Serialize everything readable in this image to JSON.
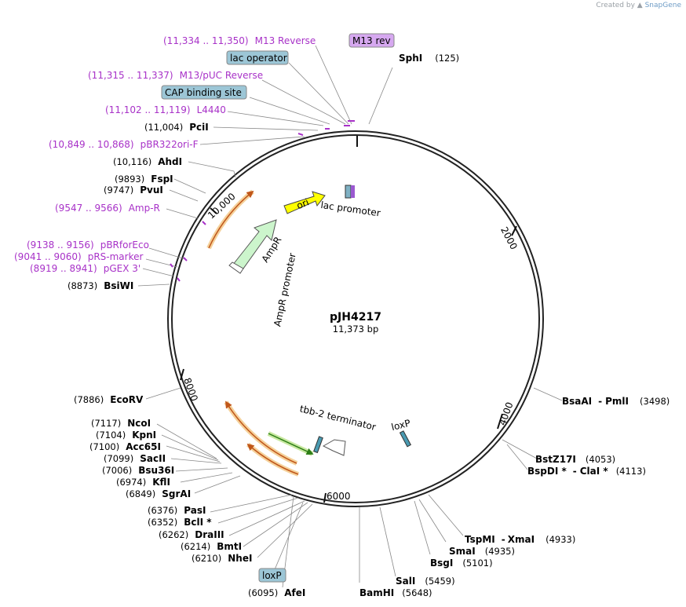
{
  "credit": {
    "created_by": "Created by",
    "brand": "SnapGene"
  },
  "plasmid": {
    "name": "pJH4217",
    "size_label": "11,373 bp",
    "length": 11373
  },
  "ticks": [
    "2000",
    "4000",
    "6000",
    "8000",
    "10,000"
  ],
  "features": [
    {
      "name": "ori",
      "color": "#ffff00"
    },
    {
      "name": "lac promoter",
      "color": "#7fb1c4"
    },
    {
      "name": "AmpR",
      "color": "#ccf5cc"
    },
    {
      "name": "AmpR promoter",
      "color": "#ffffff"
    },
    {
      "name": "tbb-2 terminator",
      "color": "#ffffff"
    },
    {
      "name": "loxP",
      "color": "#4a9ab1"
    }
  ],
  "top_labels": [
    {
      "range": "(11,334 .. 11,350)",
      "name": "M13 Reverse",
      "kind": "primer"
    },
    {
      "name": "M13 rev",
      "kind": "box",
      "color": "#d6a8f0"
    },
    {
      "name": "lac operator",
      "kind": "box",
      "color": "#9cc6d6"
    },
    {
      "name": "SphI",
      "pos": "(125)",
      "kind": "enzyme"
    },
    {
      "range": "(11,315 .. 11,337)",
      "name": "M13/pUC Reverse",
      "kind": "primer"
    },
    {
      "name": "CAP binding site",
      "kind": "box",
      "color": "#9cc6d6"
    },
    {
      "range": "(11,102 .. 11,119)",
      "name": "L4440",
      "kind": "primer"
    },
    {
      "pos": "(11,004)",
      "name": "PciI",
      "kind": "enzyme"
    },
    {
      "range": "(10,849 .. 10,868)",
      "name": "pBR322ori-F",
      "kind": "primer"
    },
    {
      "pos": "(10,116)",
      "name": "AhdI",
      "kind": "enzyme"
    },
    {
      "pos": "(9893)",
      "name": "FspI",
      "kind": "enzyme"
    },
    {
      "pos": "(9747)",
      "name": "PvuI",
      "kind": "enzyme"
    },
    {
      "range": "(9547 .. 9566)",
      "name": "Amp-R",
      "kind": "primer"
    },
    {
      "range": "(9138 .. 9156)",
      "name": "pBRforEco",
      "kind": "primer"
    },
    {
      "range": "(9041 .. 9060)",
      "name": "pRS-marker",
      "kind": "primer"
    },
    {
      "range": "(8919 .. 8941)",
      "name": "pGEX 3'",
      "kind": "primer"
    },
    {
      "pos": "(8873)",
      "name": "BsiWI",
      "kind": "enzyme"
    }
  ],
  "left_enzymes": [
    {
      "pos": "(7886)",
      "name": "EcoRV"
    },
    {
      "pos": "(7117)",
      "name": "NcoI"
    },
    {
      "pos": "(7104)",
      "name": "KpnI"
    },
    {
      "pos": "(7100)",
      "name": "Acc65I"
    },
    {
      "pos": "(7099)",
      "name": "SacII"
    },
    {
      "pos": "(7006)",
      "name": "Bsu36I"
    },
    {
      "pos": "(6974)",
      "name": "KflI"
    },
    {
      "pos": "(6849)",
      "name": "SgrAI"
    },
    {
      "pos": "(6376)",
      "name": "PasI"
    },
    {
      "pos": "(6352)",
      "name": "BclI *"
    },
    {
      "pos": "(6262)",
      "name": "DraIII"
    },
    {
      "pos": "(6214)",
      "name": "BmtI"
    },
    {
      "pos": "(6210)",
      "name": "NheI"
    }
  ],
  "bottom_labels": [
    {
      "name": "loxP",
      "kind": "box",
      "color": "#9cc6d6"
    },
    {
      "pos": "(6095)",
      "name": "AfeI"
    },
    {
      "name": "BamHI",
      "pos": "(5648)"
    },
    {
      "name": "SalI",
      "pos": "(5459)"
    },
    {
      "name": "BsgI",
      "pos": "(5101)"
    },
    {
      "name": "SmaI",
      "pos": "(4935)"
    },
    {
      "name": "TspMI",
      "sep": "-",
      "name2": "XmaI",
      "pos": "(4933)"
    }
  ],
  "right_labels": [
    {
      "name": "BsaAI",
      "sep": "-",
      "name2": "PmlI",
      "pos": "(3498)"
    },
    {
      "name": "BstZ17I",
      "pos": "(4053)"
    },
    {
      "name": "BspDI *",
      "sep": "-",
      "name2": "ClaI *",
      "pos": "(4113)"
    }
  ]
}
